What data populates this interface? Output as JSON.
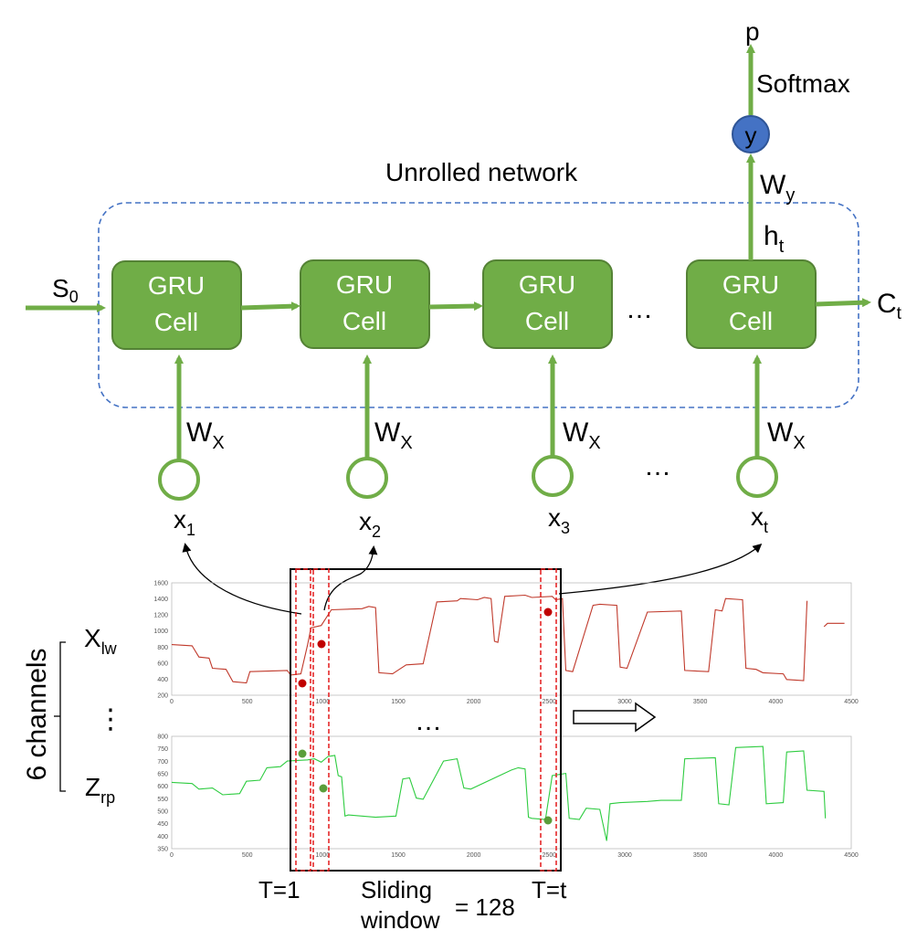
{
  "diagram": {
    "title": "Unrolled network",
    "initial_state": {
      "base": "S",
      "sub": "0"
    },
    "cells": [
      {
        "line1": "GRU",
        "line2": "Cell"
      },
      {
        "line1": "GRU",
        "line2": "Cell"
      },
      {
        "line1": "GRU",
        "line2": "Cell"
      },
      {
        "line1": "GRU",
        "line2": "Cell"
      }
    ],
    "cell_ellipsis": "…",
    "input_weight": {
      "base": "W",
      "sub": "X"
    },
    "inputs": [
      {
        "base": "x",
        "sub": "1"
      },
      {
        "base": "x",
        "sub": "2"
      },
      {
        "base": "x",
        "sub": "3"
      },
      {
        "base": "x",
        "sub": "t"
      }
    ],
    "input_ellipsis": "…",
    "output_state": {
      "base": "C",
      "sub": "t"
    },
    "hidden": {
      "base": "h",
      "sub": "t"
    },
    "output_weight": {
      "base": "W",
      "sub": "y"
    },
    "output_node": "y",
    "softmax_label": "Softmax",
    "final_output": "p"
  },
  "channels": {
    "group_label": "6 channels",
    "first": {
      "base": "X",
      "sub": "lw"
    },
    "dots": "⋮",
    "last": {
      "base": "Z",
      "sub": "rp"
    },
    "between_plots": "…"
  },
  "window": {
    "start_label": "T=1",
    "end_label": "T=t",
    "name_line1": "Sliding",
    "name_line2": "window",
    "size_label": "= 128"
  },
  "plots": {
    "colors": {
      "top": "#c0392b",
      "bottom": "#2ecc40",
      "points_top": "#c00000",
      "points_bottom": "#5a9e3a",
      "network": "#70ad47",
      "cell_fill": "#70ad47",
      "cell_stroke": "#548235",
      "node_fill": "#4472c4",
      "window": "#e41a1c",
      "dash": "#4472c4"
    },
    "top": {
      "y_ticks": [
        "1600",
        "1400",
        "1200",
        "1000",
        "800",
        "600",
        "400",
        "200"
      ],
      "x_ticks": [
        "0",
        "500",
        "1000",
        "1500",
        "2000",
        "2500",
        "3000",
        "3500",
        "4000",
        "4500"
      ]
    },
    "bottom": {
      "y_ticks": [
        "800",
        "750",
        "700",
        "650",
        "600",
        "550",
        "500",
        "450",
        "400",
        "350"
      ],
      "x_ticks": [
        "0",
        "500",
        "1000",
        "1500",
        "2000",
        "2500",
        "3000",
        "3500",
        "4000",
        "4500"
      ]
    }
  }
}
